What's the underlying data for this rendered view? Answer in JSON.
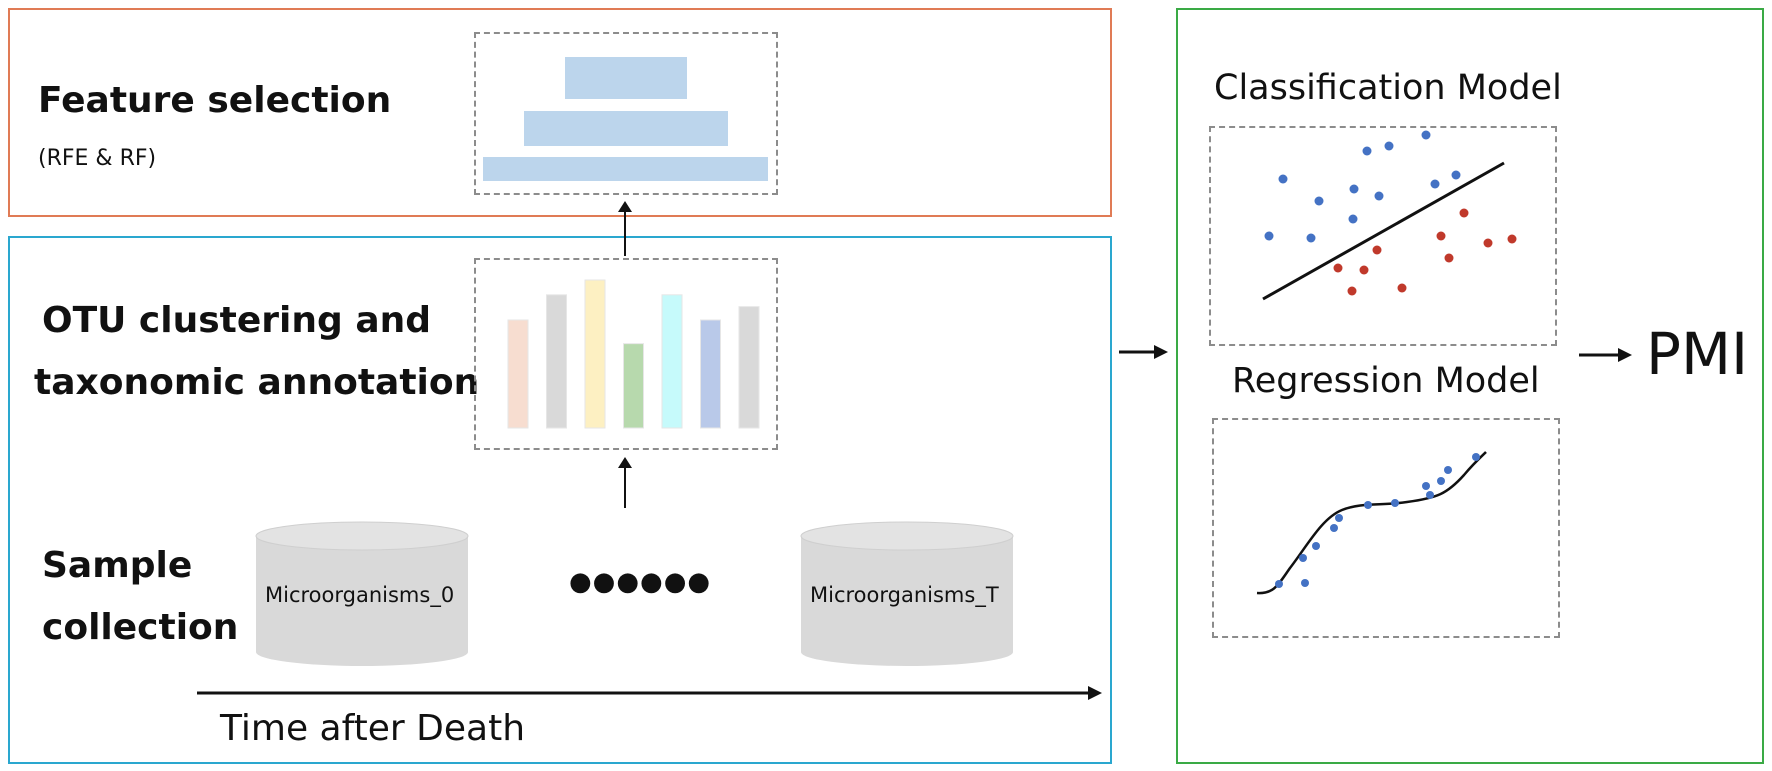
{
  "feature_selection": {
    "title": "Feature selection",
    "subtitle": "(RFE & RF)",
    "pyramid_color": "#bcd5ec"
  },
  "otu": {
    "title_line1": "OTU clustering and",
    "title_line2": "taxonomic annotation",
    "bar_colors": [
      "#f7ddd0",
      "#d9d9d9",
      "#fdf0c2",
      "#b7d9ad",
      "#c6fafb",
      "#b9c9e9",
      "#d9d9d9"
    ],
    "bar_heights": [
      0.73,
      0.9,
      1.0,
      0.57,
      0.9,
      0.73,
      0.82
    ]
  },
  "sample": {
    "title_line1": "Sample",
    "title_line2": "collection",
    "cylinder_left": "Microorganisms_0",
    "cylinder_right": "Microorganisms_T",
    "dots": "●●●●●●",
    "time_axis_label": "Time after Death",
    "cylinder_color": "#d9d9d9"
  },
  "models": {
    "classification_title": "Classification Model",
    "regression_title": "Regression Model",
    "output": "PMI",
    "blue_color": "#4472c4",
    "red_color": "#c0392b"
  }
}
